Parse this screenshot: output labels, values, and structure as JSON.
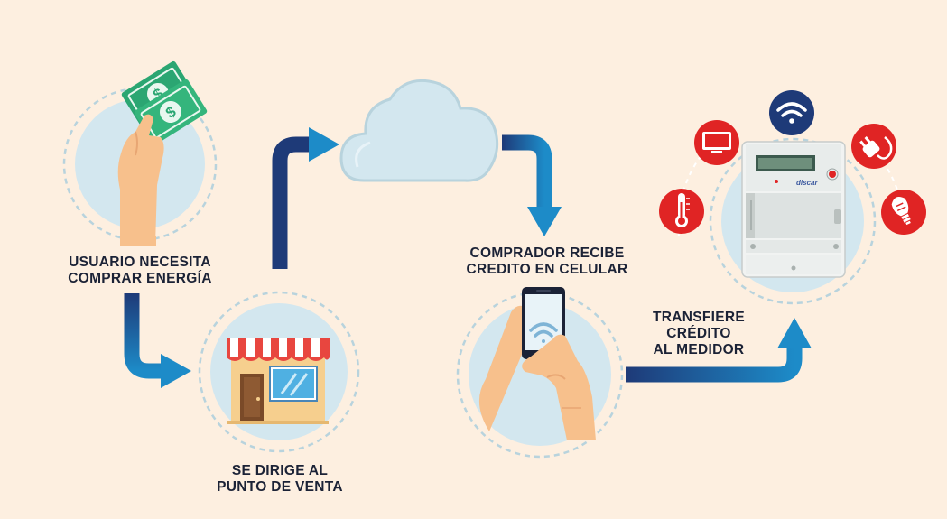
{
  "steps": [
    {
      "lines": [
        "USUARIO NECESITA",
        "COMPRAR ENERGÍA"
      ]
    },
    {
      "lines": [
        "SE DIRIGE AL",
        "PUNTO DE VENTA"
      ]
    },
    {
      "lines": [
        "COMPRADOR RECIBE",
        "CREDITO EN CELULAR"
      ]
    },
    {
      "lines": [
        "TRANSFIERE",
        "CRÉDITO",
        "AL MEDIDOR"
      ]
    }
  ],
  "meter": {
    "brand": "discar"
  },
  "colors": {
    "background": "#FDEFE0",
    "circle": "#D3E7EF",
    "dashed_ring": "#B8D3DD",
    "arrow_dark": "#1E3A78",
    "arrow_light": "#1D8BC8",
    "icon_red": "#E02424",
    "icon_navy": "#1E3A78",
    "cash_green": "#2BA672",
    "skin": "#F7C08C",
    "text": "#1B2236"
  },
  "icons": [
    "cash-icon",
    "hand-icon",
    "store-icon",
    "cloud-icon",
    "smartphone-icon",
    "wifi-icon",
    "tv-icon",
    "thermometer-icon",
    "plug-icon",
    "bulb-icon",
    "meter-icon"
  ]
}
